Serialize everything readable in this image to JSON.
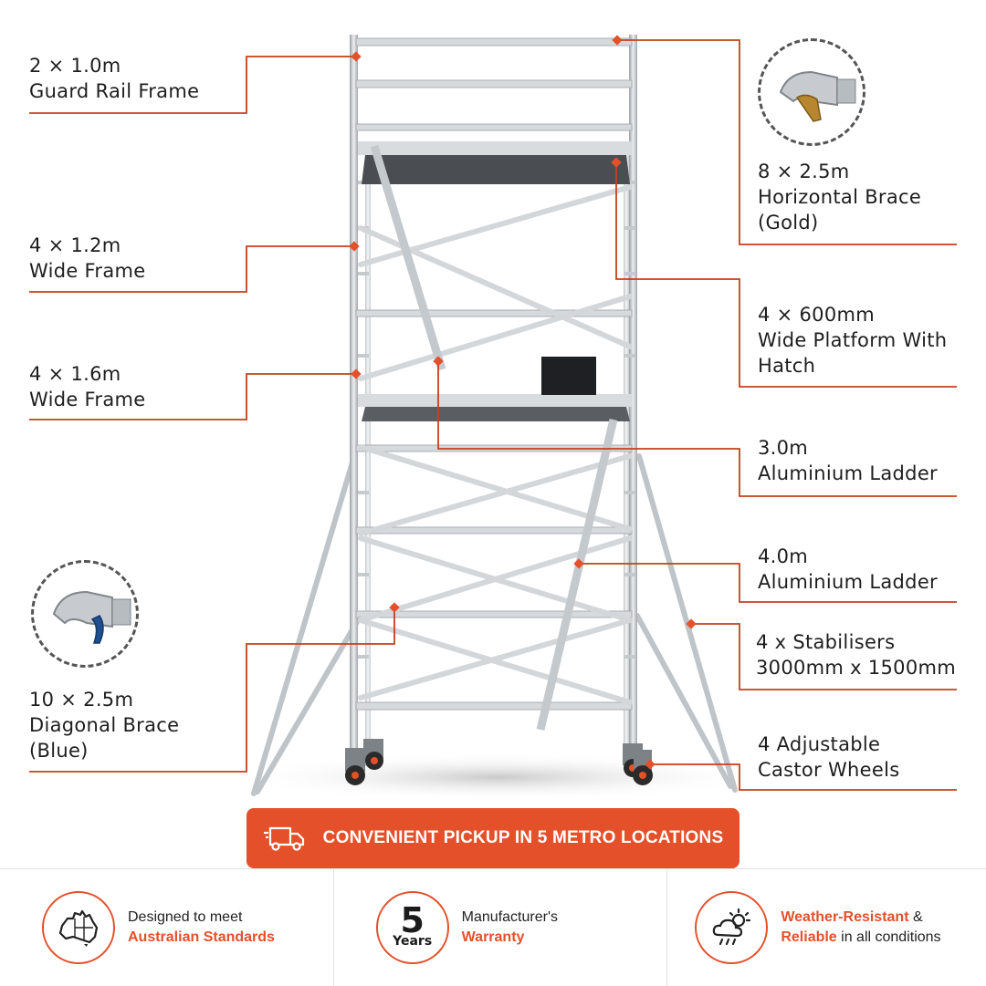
{
  "labels": {
    "guard_rail": {
      "qty": "2 × 1.0m",
      "name": "Guard Rail Frame"
    },
    "wide_12": {
      "qty": "4 × 1.2m",
      "name": "Wide Frame"
    },
    "wide_16": {
      "qty": "4 × 1.6m",
      "name": "Wide Frame"
    },
    "diagonal": {
      "qty": "10 × 2.5m",
      "name": "Diagonal Brace",
      "note": "(Blue)"
    },
    "horizontal": {
      "qty": "8 × 2.5m",
      "name": "Horizontal Brace",
      "note": "(Gold)"
    },
    "platform": {
      "qty": "4 × 600mm",
      "name": "Wide Platform With",
      "note": "Hatch"
    },
    "ladder_3": {
      "qty": "3.0m",
      "name": "Aluminium Ladder"
    },
    "ladder_4": {
      "qty": "4.0m",
      "name": "Aluminium Ladder"
    },
    "stabilisers": {
      "qty": "4 x Stabilisers",
      "name": "3000mm x 1500mm"
    },
    "castors": {
      "qty": "4 Adjustable",
      "name": "Castor Wheels"
    }
  },
  "banner": {
    "text": "CONVENIENT PICKUP IN 5 METRO LOCATIONS",
    "icon": "delivery-truck-icon"
  },
  "features": [
    {
      "icon": "australia-map-icon",
      "line1": "Designed to meet",
      "highlight": "Australian Standards",
      "rest": ""
    },
    {
      "icon": "years-badge-icon",
      "badge_number": "5",
      "badge_word": "Years",
      "line1": "Manufacturer's",
      "highlight": "Warranty",
      "rest": ""
    },
    {
      "icon": "weather-cloud-icon",
      "highlight1": "Weather-Resistant",
      "amp": " &",
      "highlight2": "Reliable",
      "rest": " in all conditions"
    }
  ],
  "colors": {
    "accent": "#e4502a",
    "leader": "#c2411d",
    "aluminium": "#c9ced3",
    "platform": "#4a4e53"
  }
}
